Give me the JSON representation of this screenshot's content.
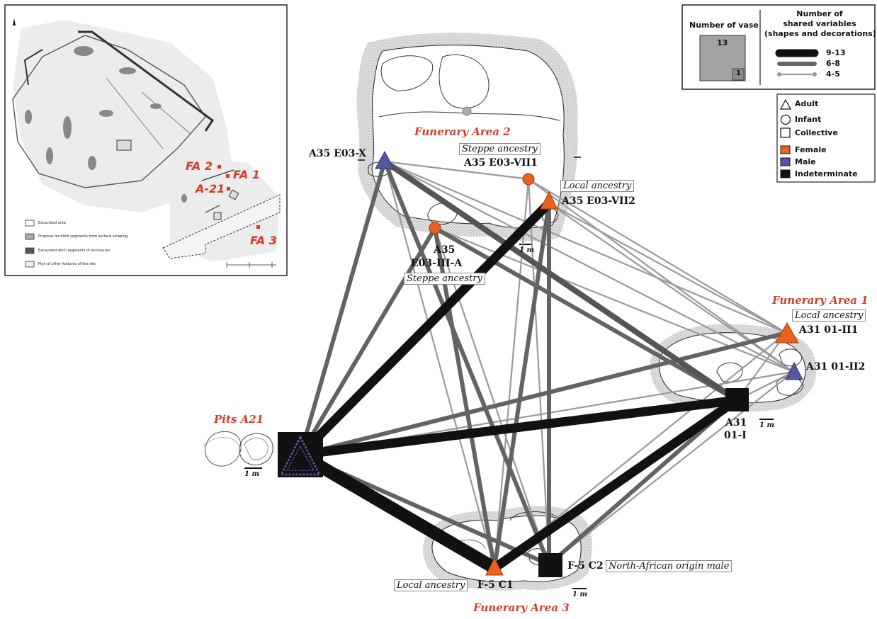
{
  "inset": {
    "labels": [
      "FA 2",
      "FA 1",
      "A-21",
      "FA 3"
    ],
    "legend": [
      "Excavated area",
      "Proposal for ditch segments from surface scraping",
      "Excavated ditch segments of enclosures",
      "Plan of other features of the site"
    ]
  },
  "areas": {
    "fa2": "Funerary Area 2",
    "fa1": "Funerary Area 1",
    "fa3": "Funerary Area 3",
    "pits": "Pits A21"
  },
  "nodes": {
    "e03x": "A35 E03-X",
    "vii1": "A35 E03-VII1",
    "vii2": "A35 E03-VII2",
    "iiia_1": "A35",
    "iiia_2": "E03-III-A",
    "ii1": "A31 01-II1",
    "ii2": "A31 01-II2",
    "i_1": "A31",
    "i_2": "01-I",
    "c1": "F-5 C1",
    "c2": "F-5 C2"
  },
  "ancestry": {
    "steppe1": "Steppe ancestry",
    "local1": "Local ancestry",
    "steppe2": "Steppe ancestry",
    "local2": "Local ancestry",
    "local3": "Local ancestry",
    "nafrica": "North-African origin male"
  },
  "scale": "1 m",
  "legend": {
    "vase_title": "Number of vase",
    "vase_max": "13",
    "vase_min": "1",
    "shared_title_1": "Number of",
    "shared_title_2": "shared variables",
    "shared_title_3": "(shapes and decorations)",
    "bins": [
      "9-13",
      "6-8",
      "4-5"
    ],
    "symbols": [
      "Adult",
      "Infant",
      "Collective",
      "Female",
      "Male",
      "Indeterminate"
    ]
  },
  "colors": {
    "female": "#e8641e",
    "male": "#5a5fa8",
    "indeterminate": "#111111",
    "area_label": "#d63a2a"
  }
}
